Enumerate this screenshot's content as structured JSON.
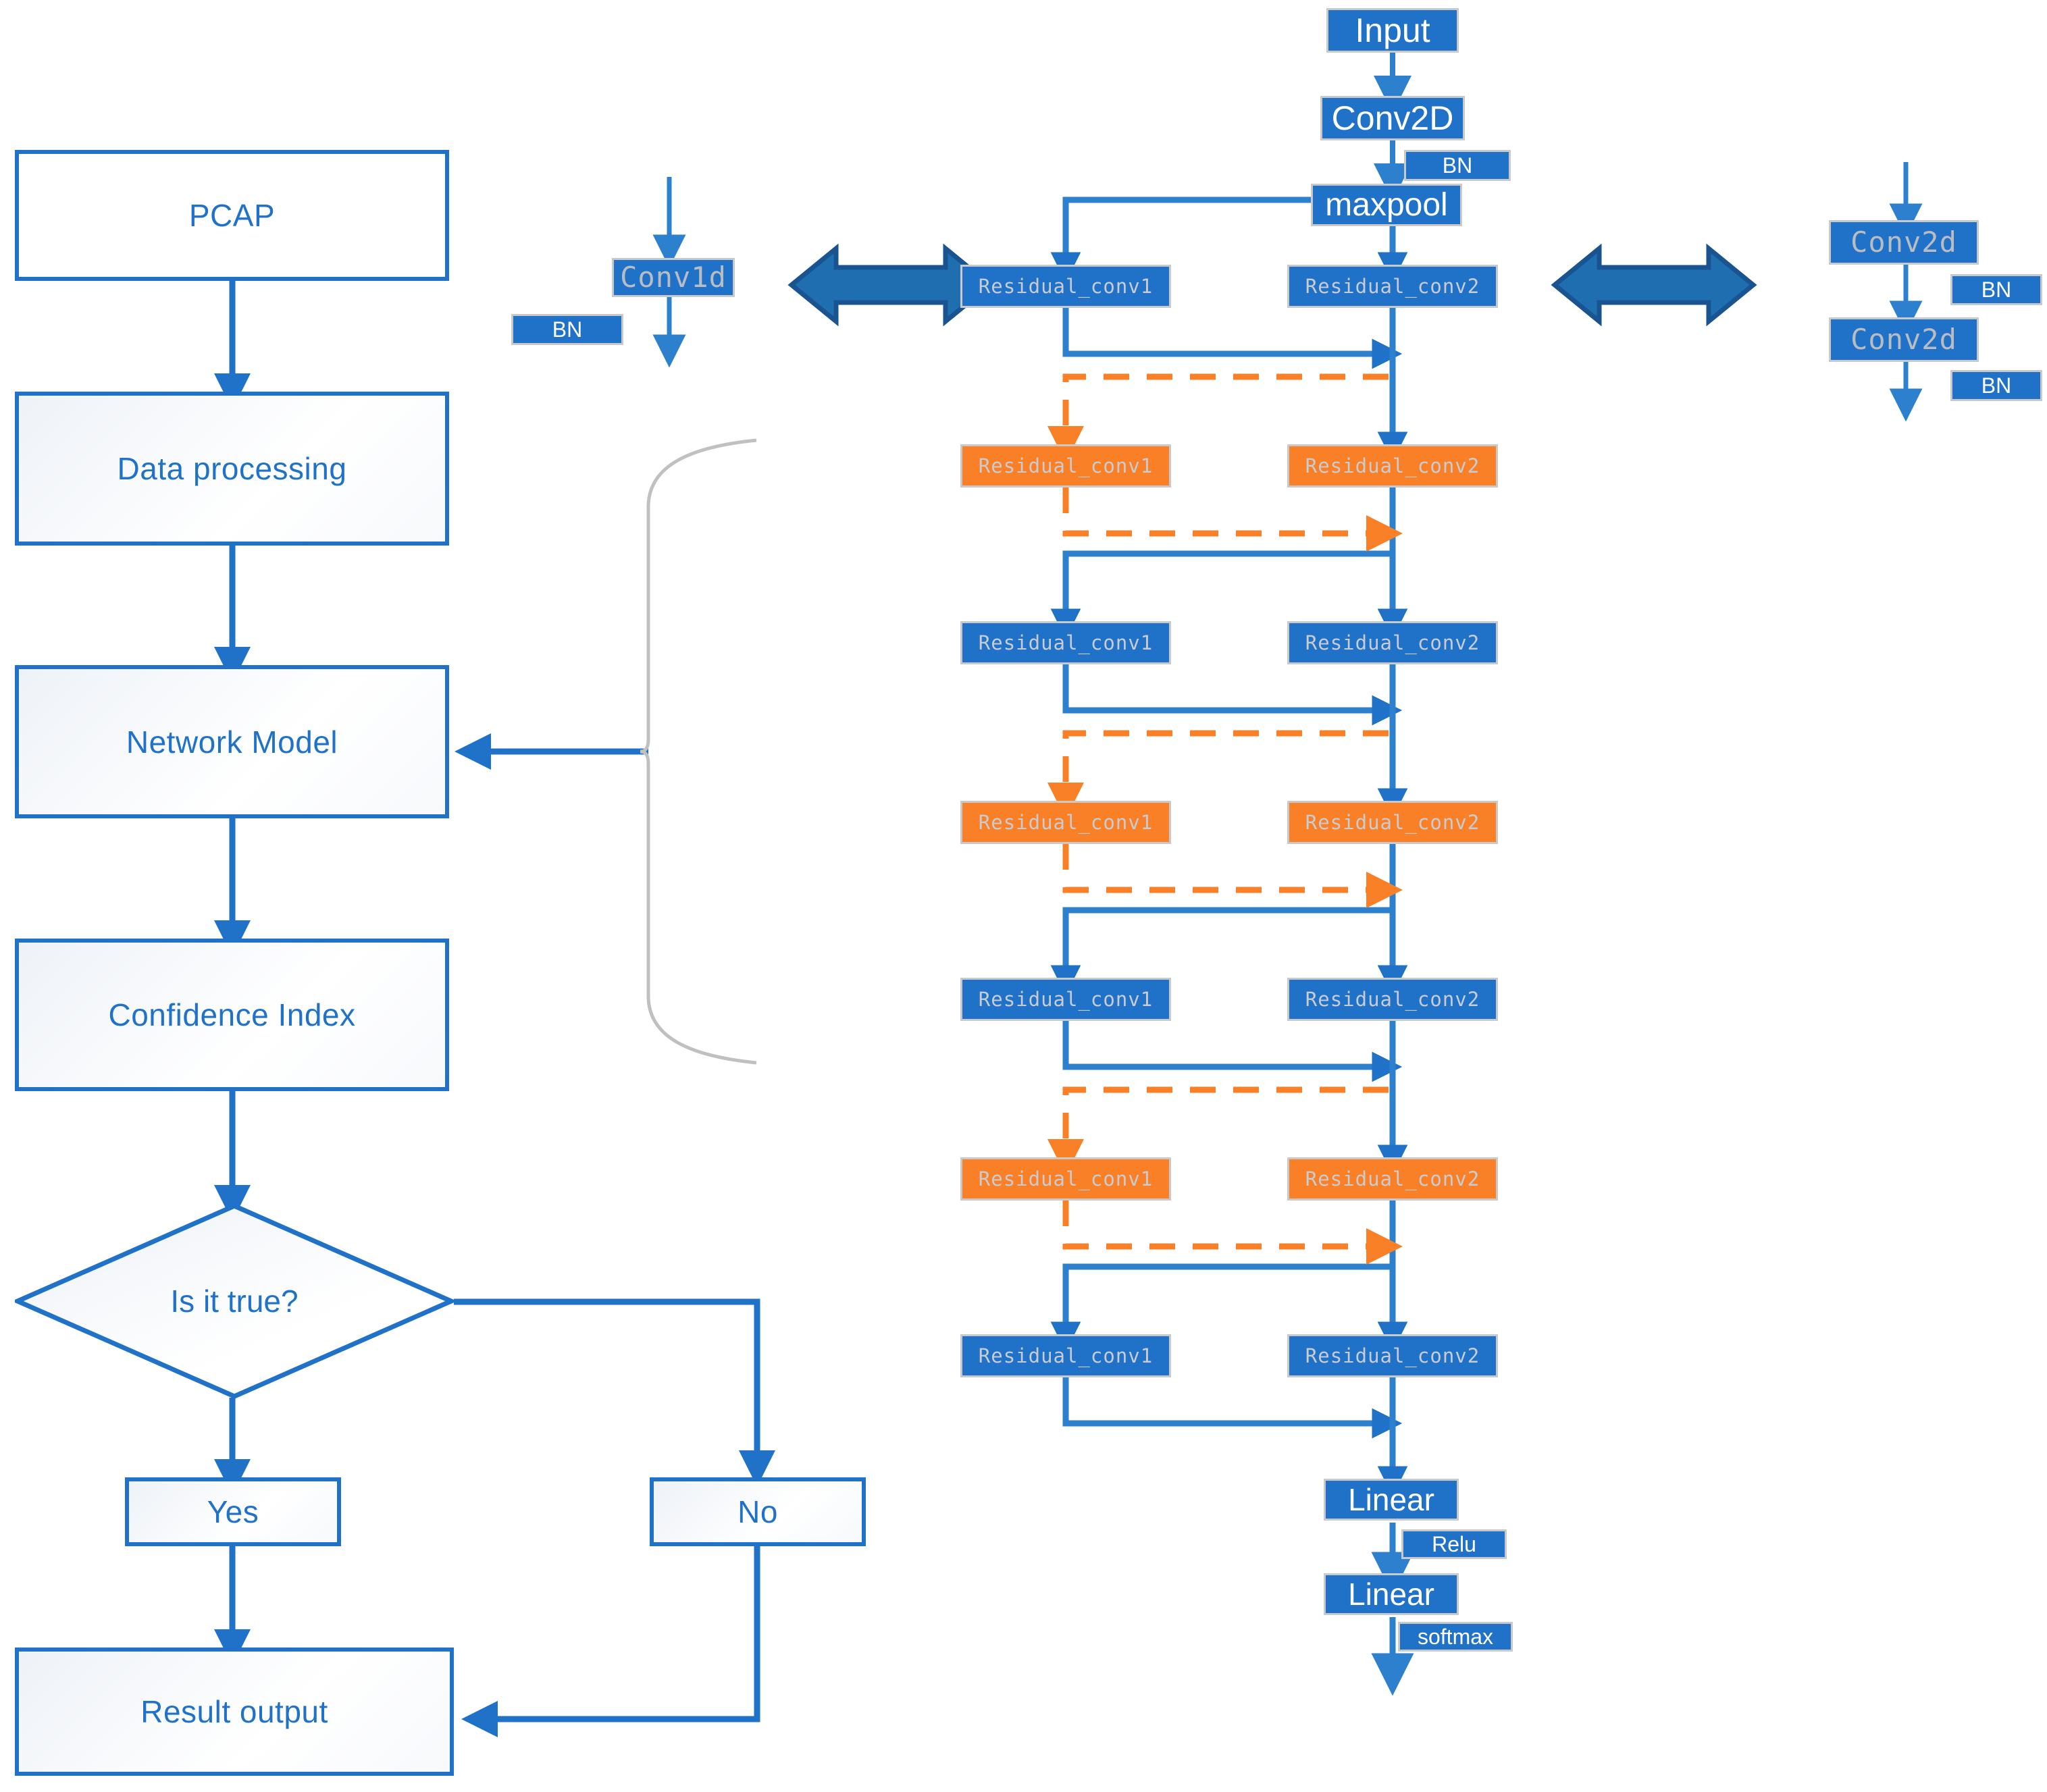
{
  "diagram": {
    "title": "Network traffic classification pipeline with residual CNN architecture",
    "colors": {
      "flow_blue": "#1F72C8",
      "node_blue": "#1F72C8",
      "node_orange": "#FA8028",
      "double_arrow": "#1F6FB0",
      "double_arrow_border": "#1A5490",
      "brace_gray": "#C0C0C0",
      "node_border_gray": "#C9C9C9",
      "mono_text": "#B9BDC2"
    }
  },
  "flowchart": {
    "nodes": [
      {
        "id": "pcap",
        "label": "PCAP",
        "shape": "rect"
      },
      {
        "id": "dataproc",
        "label": "Data processing",
        "shape": "rect"
      },
      {
        "id": "netmodel",
        "label": "Network Model",
        "shape": "rect"
      },
      {
        "id": "confidence",
        "label": "Confidence Index",
        "shape": "rect"
      },
      {
        "id": "decision",
        "label": "Is it true?",
        "shape": "diamond"
      },
      {
        "id": "yes",
        "label": "Yes",
        "shape": "rect"
      },
      {
        "id": "no",
        "label": "No",
        "shape": "rect"
      },
      {
        "id": "result",
        "label": "Result output",
        "shape": "rect"
      }
    ]
  },
  "conv1d_detail": {
    "block_label": "Conv1d",
    "bn_label": "BN"
  },
  "conv2d_detail": {
    "blocks": [
      {
        "label": "Conv2d"
      },
      {
        "label": "Conv2d"
      }
    ],
    "bn_labels": [
      "BN",
      "BN"
    ]
  },
  "network": {
    "head": [
      {
        "label": "Input"
      },
      {
        "label": "Conv2D"
      },
      {
        "label": "maxpool"
      }
    ],
    "head_bn": "BN",
    "rows": [
      {
        "left": "Residual_conv1",
        "right": "Residual_conv2",
        "color": "blue"
      },
      {
        "left": "Residual_conv1",
        "right": "Residual_conv2",
        "color": "orange"
      },
      {
        "left": "Residual_conv1",
        "right": "Residual_conv2",
        "color": "blue"
      },
      {
        "left": "Residual_conv1",
        "right": "Residual_conv2",
        "color": "orange"
      },
      {
        "left": "Residual_conv1",
        "right": "Residual_conv2",
        "color": "blue"
      },
      {
        "left": "Residual_conv1",
        "right": "Residual_conv2",
        "color": "orange"
      },
      {
        "left": "Residual_conv1",
        "right": "Residual_conv2",
        "color": "blue"
      }
    ],
    "tail": [
      {
        "label": "Linear",
        "activation": "Relu"
      },
      {
        "label": "Linear",
        "activation": "softmax"
      }
    ]
  }
}
